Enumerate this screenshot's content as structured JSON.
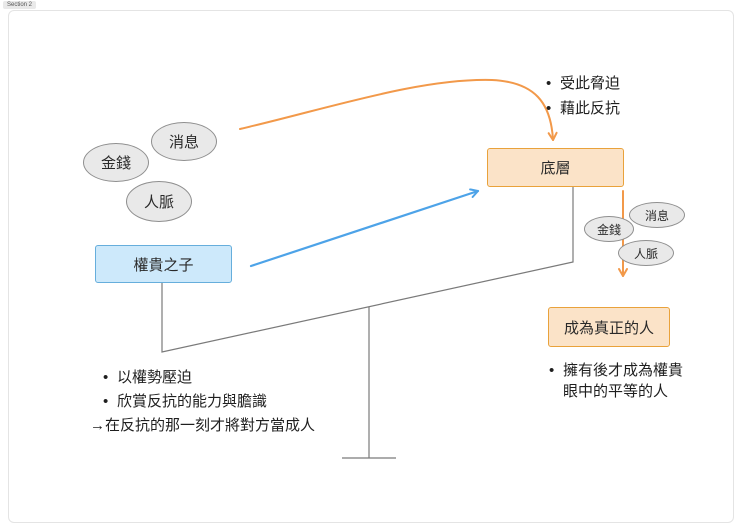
{
  "section": {
    "label": "Section 2"
  },
  "bullet_glyph": "•",
  "nodes": {
    "privileged_son": {
      "label": "權貴之子"
    },
    "underclass": {
      "label": "底層"
    },
    "become_real": {
      "label": "成為真正的人"
    }
  },
  "resources_left": [
    {
      "label": "消息"
    },
    {
      "label": "金錢"
    },
    {
      "label": "人脈"
    }
  ],
  "resources_right": [
    {
      "label": "消息"
    },
    {
      "label": "金錢"
    },
    {
      "label": "人脈"
    }
  ],
  "annotations": {
    "underclass_notes": {
      "items": [
        "受此脅迫",
        "藉此反抗"
      ]
    },
    "privileged_notes": {
      "items": [
        "以權勢壓迫",
        "欣賞反抗的能力與膽識"
      ],
      "conclusion": "→在反抗的那一刻才將對方當成人"
    },
    "become_real_notes": {
      "items": [
        "擁有後才成為權貴眼中的平等的人"
      ]
    }
  },
  "colors": {
    "accent_orange": "#f2994a",
    "accent_blue": "#4da3e8",
    "blue_box_fill": "#cde9fb",
    "blue_box_border": "#66aedc",
    "orange_box_fill": "#fbe3c8",
    "orange_box_border": "#e9a23b",
    "ellipse_fill": "#e9e9e9",
    "ellipse_border": "#8f8f8f",
    "line_gray": "#7a7a7a"
  }
}
